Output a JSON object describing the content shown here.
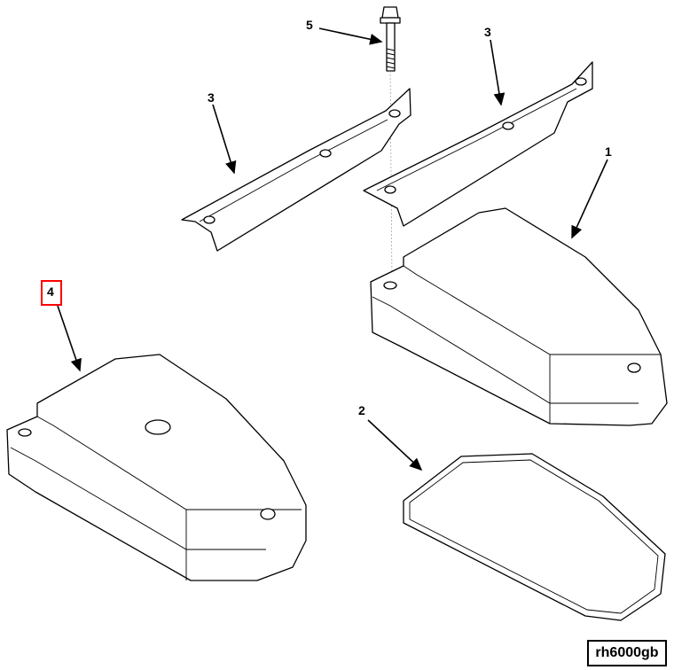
{
  "diagram": {
    "callouts": [
      {
        "id": "5",
        "part": "bolt"
      },
      {
        "id": "3",
        "part": "gasket-strip-left"
      },
      {
        "id": "3",
        "part": "gasket-strip-right"
      },
      {
        "id": "1",
        "part": "cover-right"
      },
      {
        "id": "4",
        "part": "cover-left",
        "highlighted": true
      },
      {
        "id": "2",
        "part": "gasket-seal"
      }
    ],
    "highlight_color": "#ff0000",
    "reference_code": "rh6000gb"
  }
}
